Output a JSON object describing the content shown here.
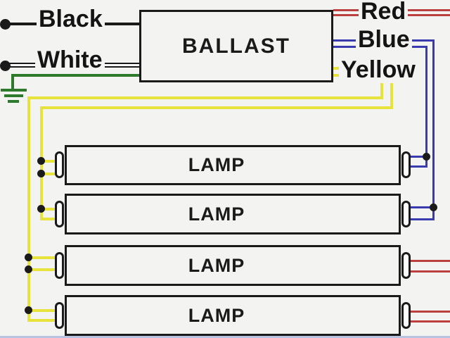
{
  "diagram": {
    "ballast": {
      "label": "BALLAST"
    },
    "lamps": [
      {
        "label": "LAMP"
      },
      {
        "label": "LAMP"
      },
      {
        "label": "LAMP"
      },
      {
        "label": "LAMP"
      }
    ],
    "wire_labels": {
      "black": "Black",
      "white": "White",
      "red": "Red",
      "blue": "Blue",
      "yellow": "Yellow"
    },
    "icons": {
      "ground": "ground-icon",
      "terminals": "wire-terminal",
      "junctions": "junction-dot"
    },
    "colors": {
      "background": "#f3f3f1",
      "line": "#1a1a1a",
      "green": "#2d7a2d",
      "red": "#bb4040",
      "blue": "#3b3bb0",
      "yellow": "#e8e23c",
      "white_wire": "#ffffff",
      "bottom_edge": "#b8c3e2"
    }
  }
}
